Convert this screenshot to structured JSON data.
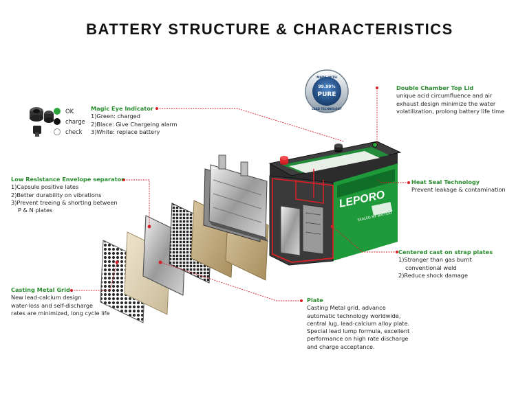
{
  "title": "BATTERY STRUCTURE & CHARACTERISTICS",
  "legend": {
    "items": [
      {
        "label": "OK",
        "color": "#2aa43a"
      },
      {
        "label": "charge",
        "color": "#111111"
      },
      {
        "label": "check",
        "color": "#ffffff"
      }
    ]
  },
  "badge": {
    "top": "MADE WITH",
    "middle": "99.99%",
    "main": "PURE",
    "bottom": "LEAD TECHNOLOGY"
  },
  "battery": {
    "brand": "LEPORO",
    "sub": "SEALED MF BATTERY"
  },
  "colors": {
    "accent_green": "#2a8c2f",
    "leader_red": "#d81f26",
    "battery_green": "#1f9a3a"
  },
  "callouts": {
    "magic_eye": {
      "title": "Magic Eye Indicator",
      "lines": [
        "1)Green: charged",
        "2)Blace: Give Chargeing alarm",
        "3)White: replace battery"
      ]
    },
    "envelope": {
      "title": "Low Resistance Envelope separator",
      "lines": [
        "1)Capsule positive lates",
        "2)Better durability on vibrations",
        "3)Prevent treeing & shorting between",
        "   P & N plates"
      ]
    },
    "grid": {
      "title": "Casting Metal Grid",
      "lines": [
        "New lead-calcium design",
        "water-loss and self-discharge",
        "rates are minimized, long cycle life"
      ]
    },
    "lid": {
      "title": "Double Chamber Top Lid",
      "lines": [
        "unique acid circumfluence and air",
        "exhaust design minimize the water",
        "volatilization, prolong battery life time"
      ]
    },
    "heat_seal": {
      "title": "Heat Seal Technology",
      "lines": [
        "Prevent leakage & contamination"
      ]
    },
    "strap": {
      "title": "Centered cast on strap plates",
      "lines": [
        "1)Stronger than gas burnt",
        "   conventional weld",
        "2)Reduce shock damage"
      ]
    },
    "plate": {
      "title": "Plate",
      "lines": [
        "Casting Metal grid, advance",
        "automatic technology worldwide,",
        "central lug, lead-calcium alloy plate.",
        "Special lead lump formula, excellent",
        "performance on high rate discharge",
        "and charge acceptance."
      ]
    }
  }
}
